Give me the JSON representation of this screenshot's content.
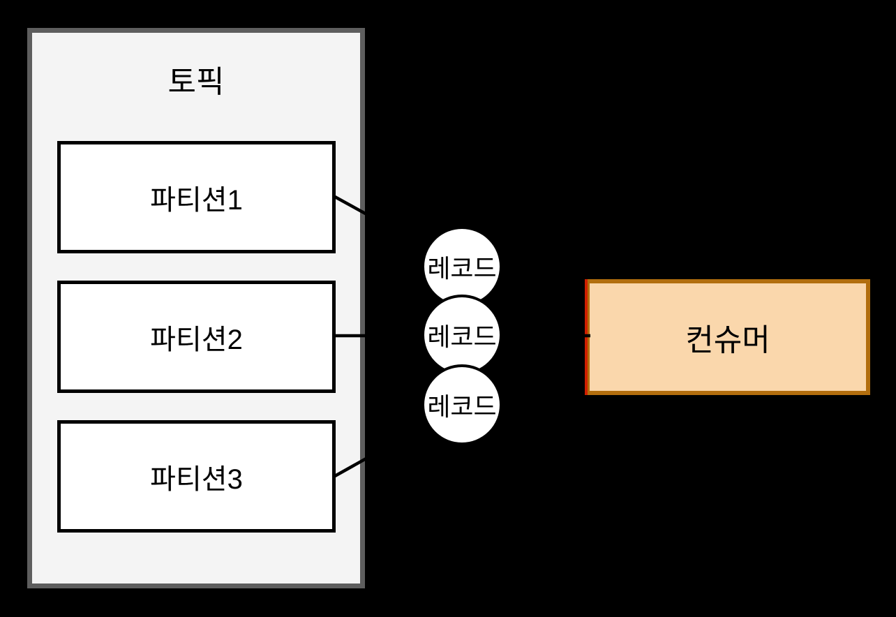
{
  "topic": {
    "label": "토픽",
    "partitions": [
      {
        "label": "파티션1"
      },
      {
        "label": "파티션2"
      },
      {
        "label": "파티션3"
      }
    ]
  },
  "records": [
    {
      "label": "레코드"
    },
    {
      "label": "레코드"
    },
    {
      "label": "레코드"
    }
  ],
  "consumer": {
    "label": "컨슈머"
  },
  "colors": {
    "bg": "#000000",
    "topic-fill": "#F4F4F4",
    "topic-border": "#5E5E5E",
    "partition-fill": "#FFFFFF",
    "partition-border": "#000000",
    "record-fill": "#FFFFFF",
    "record-border": "#000000",
    "consumer-fill": "#FAD7AC",
    "consumer-border": "#B26E0E",
    "consumer-accent": "#D02000",
    "connector": "#000000"
  }
}
